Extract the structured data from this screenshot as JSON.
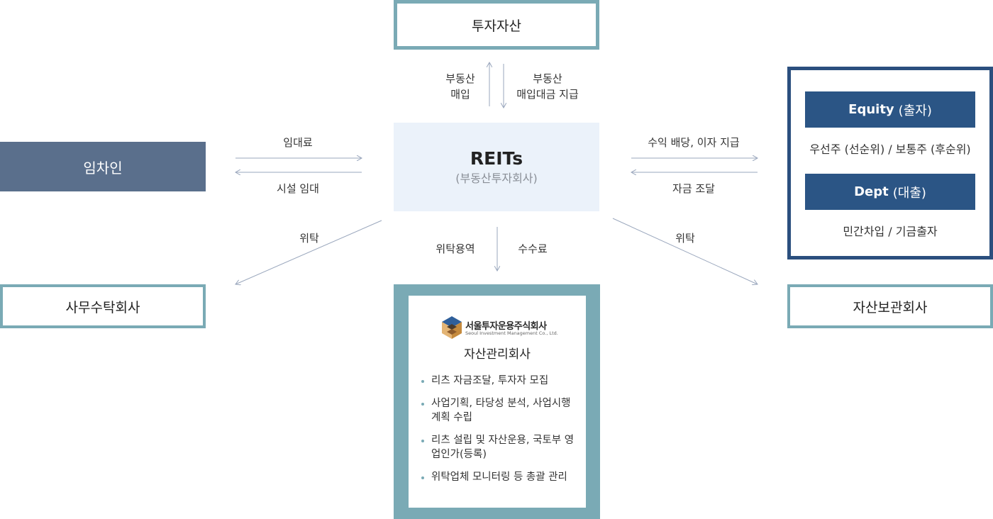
{
  "nodes": {
    "investment_asset": "투자자산",
    "tenant": "임차인",
    "reits_title": "REITs",
    "reits_subtitle": "(부동산투자회사)",
    "office_trust": "사무수탁회사",
    "asset_custody": "자산보관회사"
  },
  "finance": {
    "equity_label": "Equity",
    "equity_sub": "(출자)",
    "equity_desc": "우선주 (선순위) / 보통주 (후순위)",
    "debt_label": "Dept",
    "debt_sub": "(대출)",
    "debt_desc": "민간차입 / 기금출자"
  },
  "amc": {
    "logo_text": "서울투자운용주식회사",
    "logo_sub": "Seoul Investment Management Co., Ltd.",
    "title": "자산관리회사",
    "items": [
      "리츠 자금조달, 투자자 모집",
      "사업기획, 타당성 분석, 사업시행 계획 수립",
      "리츠 설립 및 자산운용, 국토부 영업인가(등록)",
      "위탁업체 모니터링 등 총괄 관리"
    ]
  },
  "edges": {
    "purchase_line1": "부동산",
    "purchase_line2": "매입",
    "payment_line1": "부동산",
    "payment_line2": "매입대금 지급",
    "rent": "임대료",
    "facility_lease": "시설 임대",
    "dividend": "수익 배당, 이자 지급",
    "funding": "자금 조달",
    "consign_left": "위탁",
    "consign_right": "위탁",
    "consign_service": "위탁용역",
    "fee": "수수료"
  },
  "colors": {
    "teal_border": "#7aaab5",
    "tenant_fill": "#5a6f8c",
    "navy": "#2b4f7e",
    "reits_fill": "#ebf2fa",
    "arrow": "#9aa7bd"
  }
}
